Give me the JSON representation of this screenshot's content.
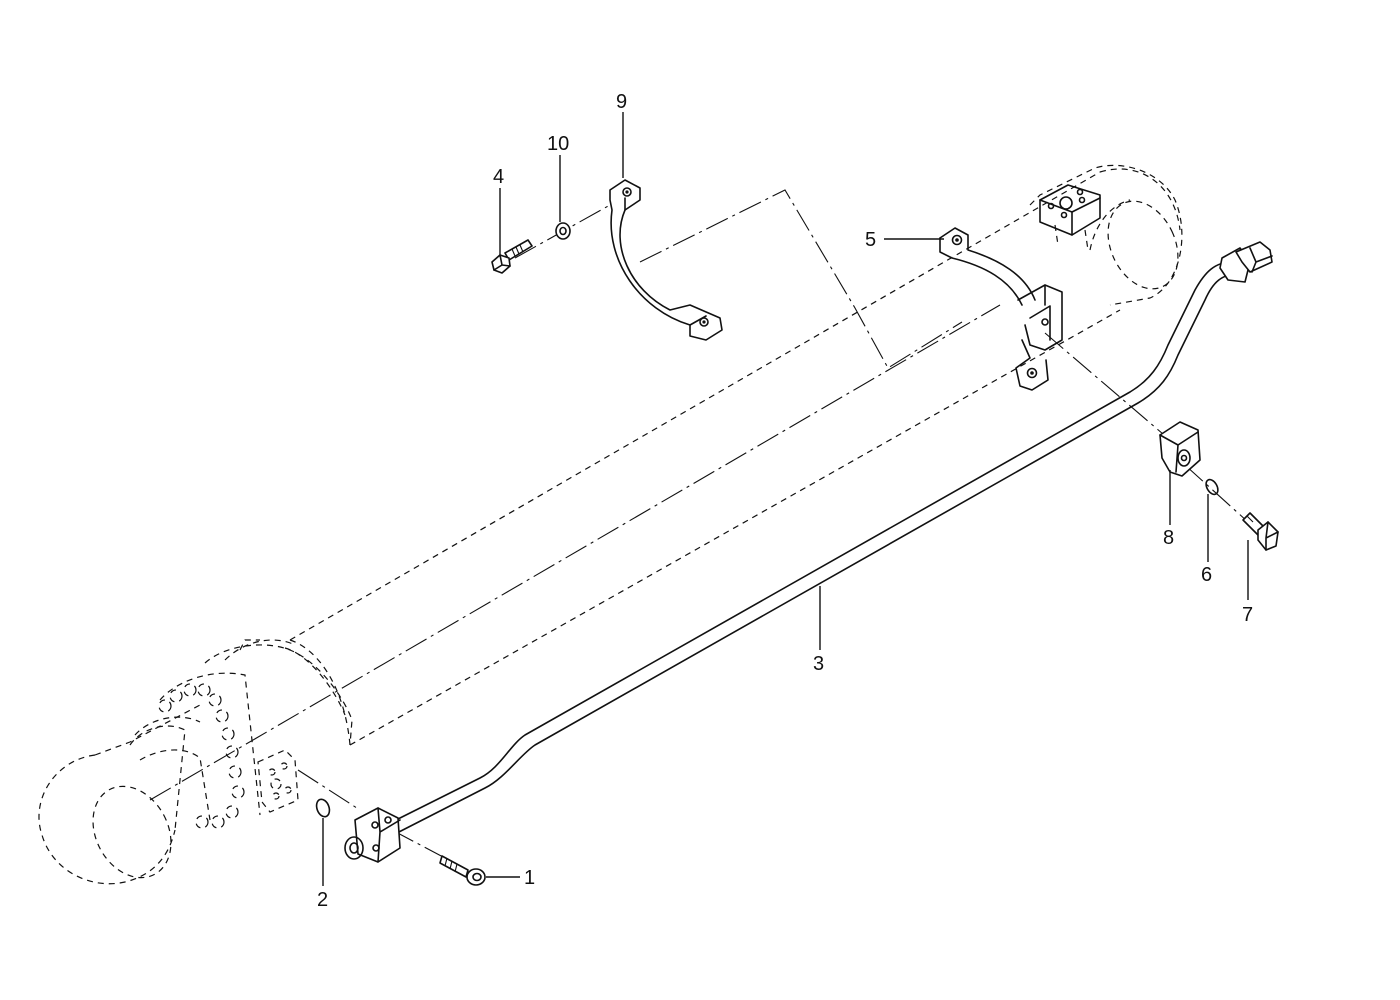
{
  "callouts": [
    {
      "id": "label-1",
      "text": "1"
    },
    {
      "id": "label-2",
      "text": "2"
    },
    {
      "id": "label-3",
      "text": "3"
    },
    {
      "id": "label-4",
      "text": "4"
    },
    {
      "id": "label-5",
      "text": "5"
    },
    {
      "id": "label-6",
      "text": "6"
    },
    {
      "id": "label-7",
      "text": "7"
    },
    {
      "id": "label-8",
      "text": "8"
    },
    {
      "id": "label-9",
      "text": "9"
    },
    {
      "id": "label-10",
      "text": "10"
    }
  ],
  "colors": {
    "line": "#111111",
    "background": "#ffffff"
  }
}
